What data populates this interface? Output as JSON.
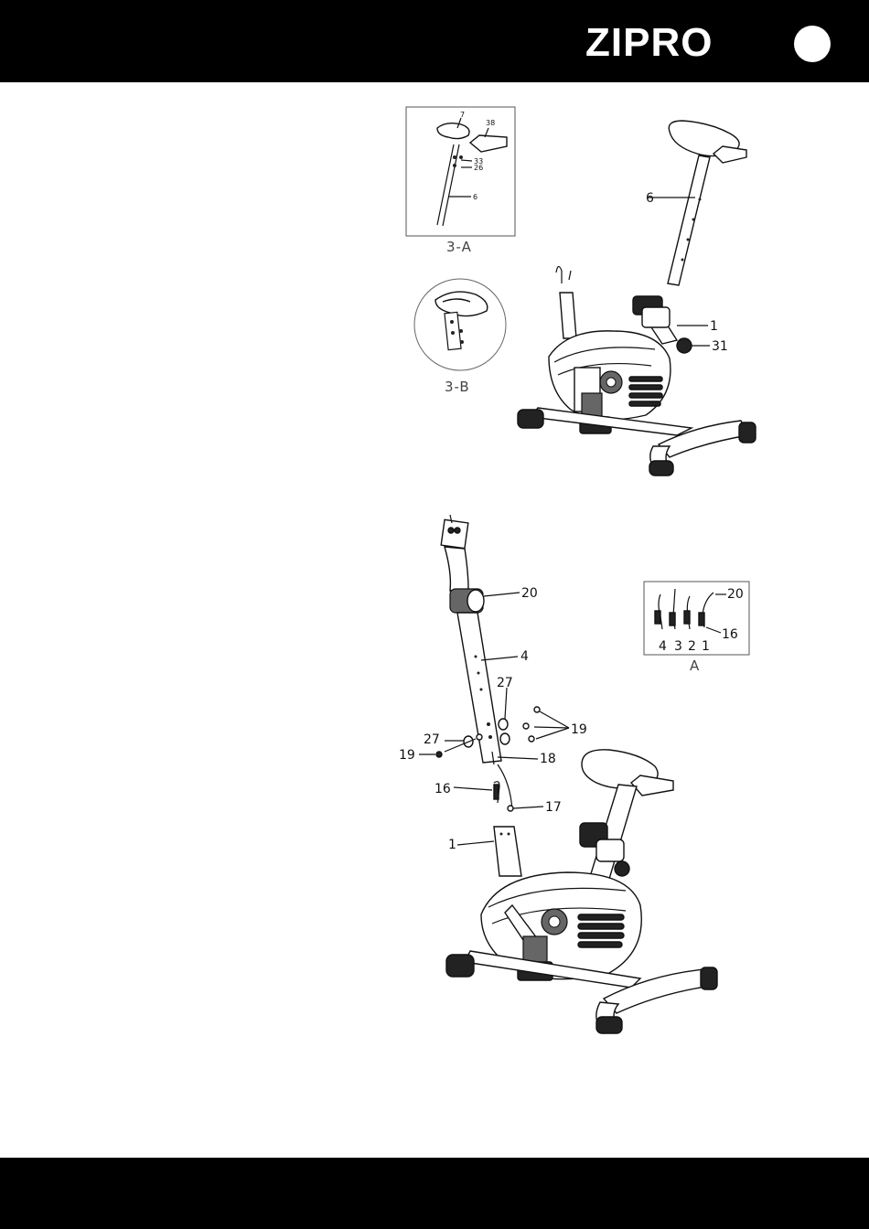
{
  "header": {
    "brand": "ZIPRO"
  },
  "fig3": {
    "detail_a": {
      "caption": "3-A",
      "labels": [
        "7",
        "38",
        "33",
        "26",
        "6"
      ]
    },
    "detail_b": {
      "caption": "3-B"
    },
    "main_labels": [
      "6",
      "1",
      "31"
    ]
  },
  "fig4": {
    "labels": [
      "20",
      "4",
      "27",
      "19",
      "27",
      "19",
      "18",
      "16",
      "17",
      "1"
    ],
    "detail_a": {
      "caption": "A",
      "numbers": [
        "4",
        "3",
        "2",
        "1"
      ],
      "label_20": "20",
      "label_16": "16"
    }
  }
}
